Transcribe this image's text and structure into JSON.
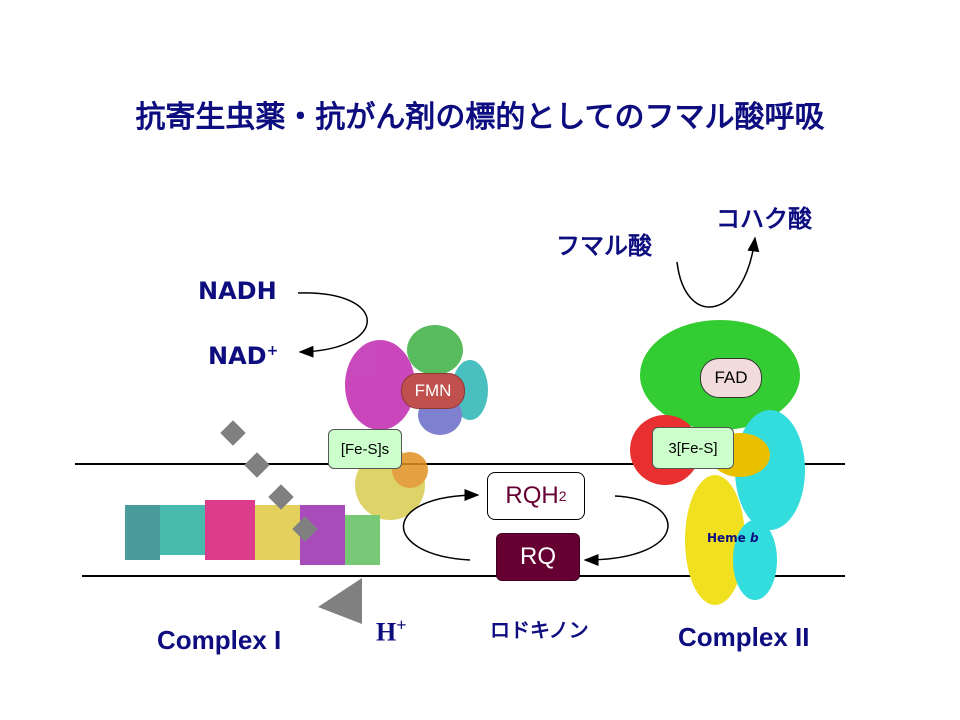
{
  "title": "抗寄生虫薬・抗がん剤の標的としてのフマル酸呼吸",
  "labels": {
    "nadh": "NADH",
    "nad_plus": "NAD",
    "nad_plus_sup": "+",
    "fumarate": "フマル酸",
    "succinate": "コハク酸",
    "fmn": "FMN",
    "fes_s": "[Fe-S]s",
    "fad": "FAD",
    "three_fes": "3[Fe-S]",
    "heme_b": "Heme ",
    "heme_b_italic": "b",
    "rqh2": "RQH",
    "rqh2_sub": "2",
    "rq": "RQ",
    "h_plus": "H",
    "h_plus_sup": "+",
    "rhodoquinone": "ロドキノン",
    "complex1": "Complex I",
    "complex2": "Complex II"
  },
  "colors": {
    "title": "#0d0d80",
    "fmn": "#c0504d",
    "fes": "#ccffcc",
    "fad": "#f2dcdb",
    "rq": "#660033",
    "rqh2_text": "#660033"
  }
}
